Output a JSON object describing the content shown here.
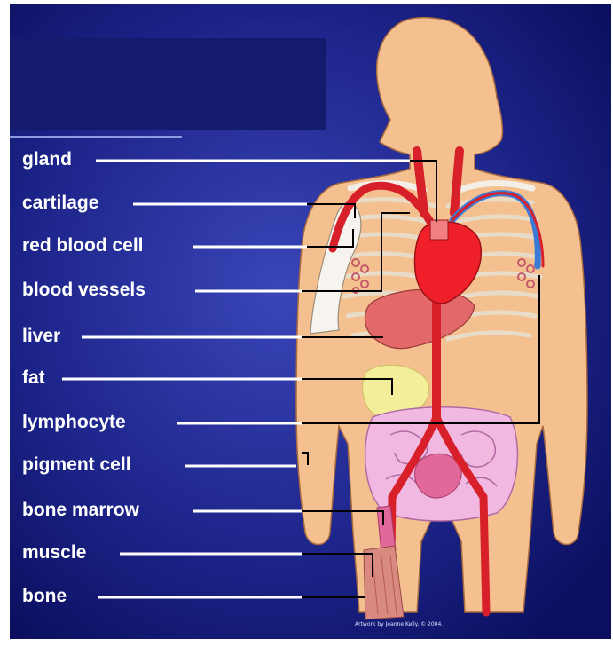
{
  "labels": [
    "gland",
    "cartilage",
    "red blood cell",
    "blood vessels",
    "liver",
    "fat",
    "lymphocyte",
    "pigment cell",
    "bone marrow",
    "muscle",
    "bone"
  ],
  "credit": "Artwork by Jeanne Kelly. © 2004.",
  "colors": {
    "background_center": "#2f3aa8",
    "background_edge": "#0d1165",
    "skin": "#f4c08f",
    "artery": "#d8202a",
    "heart": "#f0202a",
    "liver": "#e2686a",
    "fat": "#f3ee9a",
    "intestine": "#f1b8e2",
    "bone": "#f7f4ef",
    "label_text": "#ffffff",
    "leader_line_white": "#ffffff",
    "leader_line_black": "#000000"
  }
}
